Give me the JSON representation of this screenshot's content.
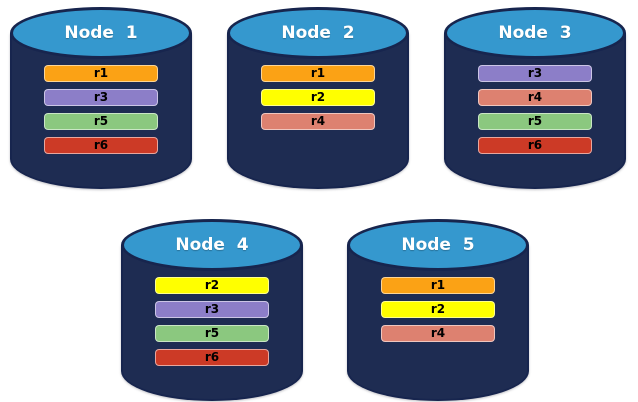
{
  "colors": {
    "background": "#FFFFFF",
    "cylinder_body": "#1E2C52",
    "cylinder_top": "#3598CE",
    "cylinder_outline": "#17254E",
    "node_label_text": "#FFFFFF",
    "bar_text": "#000000"
  },
  "replica_colors": {
    "r1": "#FBA215",
    "r2": "#FFFF00",
    "r3": "#8C7EC8",
    "r4": "#DD8170",
    "r5": "#8BC87F",
    "r6": "#CC3A26"
  },
  "nodes": [
    {
      "label": "Node  1",
      "replicas": [
        "r1",
        "r3",
        "r5",
        "r6"
      ]
    },
    {
      "label": "Node  2",
      "replicas": [
        "r1",
        "r2",
        "r4"
      ]
    },
    {
      "label": "Node  3",
      "replicas": [
        "r3",
        "r4",
        "r5",
        "r6"
      ]
    },
    {
      "label": "Node  4",
      "replicas": [
        "r2",
        "r3",
        "r5",
        "r6"
      ]
    },
    {
      "label": "Node  5",
      "replicas": [
        "r1",
        "r2",
        "r4"
      ]
    }
  ]
}
